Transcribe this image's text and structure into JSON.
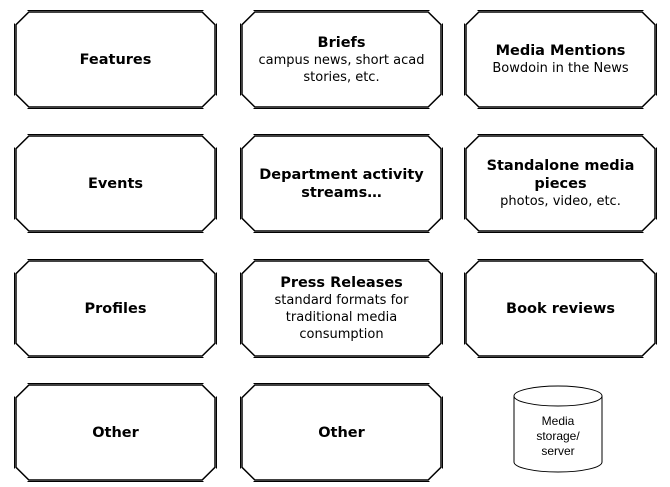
{
  "top_right_fragment": "",
  "boxes": {
    "features": {
      "title": "Features"
    },
    "briefs": {
      "title": "Briefs",
      "sub": "campus news, short acad stories, etc."
    },
    "media_mentions": {
      "title": "Media Mentions",
      "sub": "Bowdoin in the News"
    },
    "events": {
      "title": "Events"
    },
    "dept_streams": {
      "title": "Department activity streams…"
    },
    "standalone_media": {
      "title": "Standalone media pieces",
      "sub": "photos, video, etc."
    },
    "profiles": {
      "title": "Profiles"
    },
    "press_releases": {
      "title": "Press Releases",
      "sub": "standard formats for traditional media consumption"
    },
    "book_reviews": {
      "title": "Book reviews"
    },
    "other_1": {
      "title": "Other"
    },
    "other_2": {
      "title": "Other"
    }
  },
  "storage": {
    "label_line1": "Media",
    "label_line2": "storage/",
    "label_line3": "server"
  }
}
